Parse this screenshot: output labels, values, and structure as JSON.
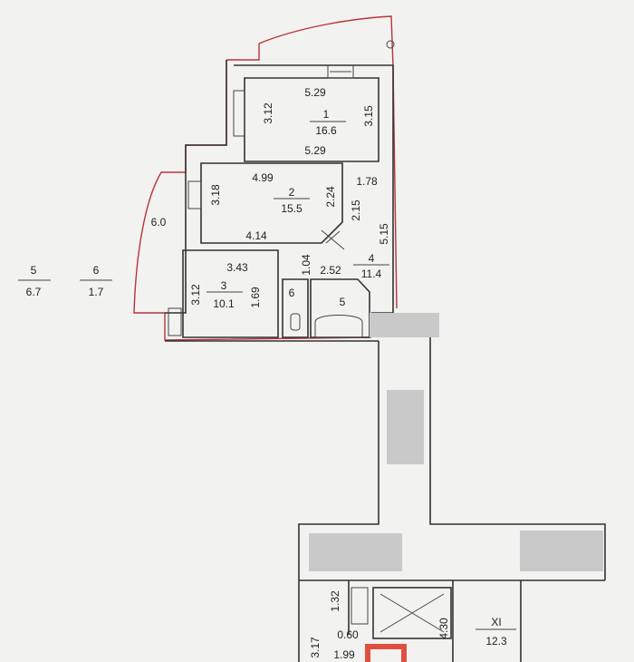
{
  "legend": {
    "room_5": {
      "number": "5",
      "area": "6.7"
    },
    "room_6": {
      "number": "6",
      "area": "1.7"
    }
  },
  "rooms": [
    {
      "number": "1",
      "area": "16.6",
      "dims": [
        "5.29",
        "5.29",
        "3.12",
        "3.15"
      ]
    },
    {
      "number": "2",
      "area": "15.5",
      "dims": [
        "4.99",
        "4.14",
        "3.18",
        "2.24"
      ]
    },
    {
      "number": "3",
      "area": "10.1",
      "dims": [
        "3.43",
        "3.12",
        "1.69"
      ]
    },
    {
      "number": "4",
      "area": "11.4",
      "dims": [
        "1.78",
        "2.15",
        "5.15",
        "1.04",
        "2.52"
      ]
    },
    {
      "number": "5"
    },
    {
      "number": "6"
    }
  ],
  "balcony": {
    "dim": "6.0"
  },
  "common": {
    "room_xi": {
      "number": "XI",
      "area": "12.3",
      "dim": "4.30"
    },
    "dims": [
      "1.32",
      "0.60",
      "3.17",
      "1.99"
    ]
  },
  "colors": {
    "wall": "#333333",
    "outline": "#b8343a",
    "highlight": "#e05040",
    "redaction": "#c9c9c9"
  }
}
